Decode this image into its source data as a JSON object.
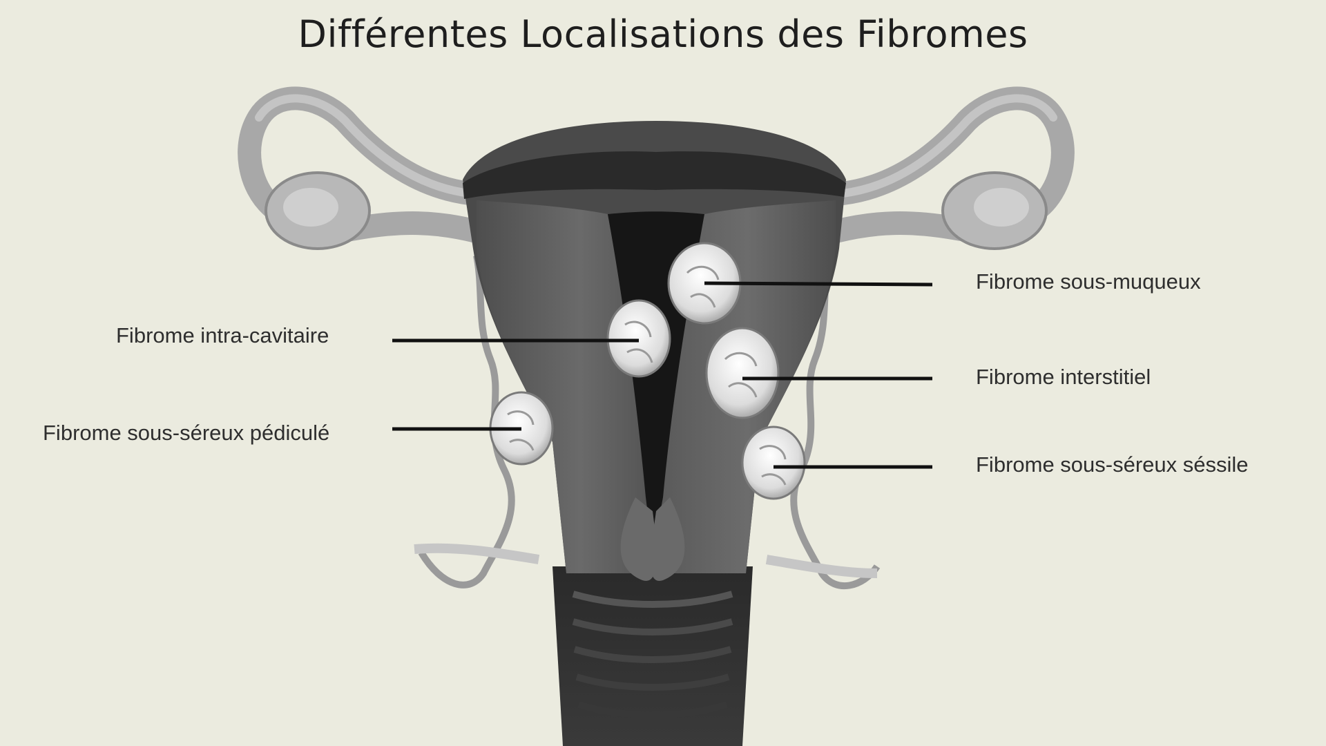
{
  "title": "Différentes Localisations des Fibromes",
  "labels": {
    "sous_muqueux": "Fibrome sous-muqueux",
    "intra_cavitaire": "Fibrome intra-cavitaire",
    "interstitiel": "Fibrome interstitiel",
    "sous_sereux_pedicule": "Fibrome sous-séreux pédiculé",
    "sous_sereux_sessile": "Fibrome sous-séreux séssile"
  },
  "colors": {
    "background": "#ebebdf",
    "tube": "#a6a6a6",
    "uterus_wall": "#5e5e5e",
    "cavity": "#1c1c1c",
    "fibroid": "#e8e8e8",
    "leader_line": "#111111"
  }
}
